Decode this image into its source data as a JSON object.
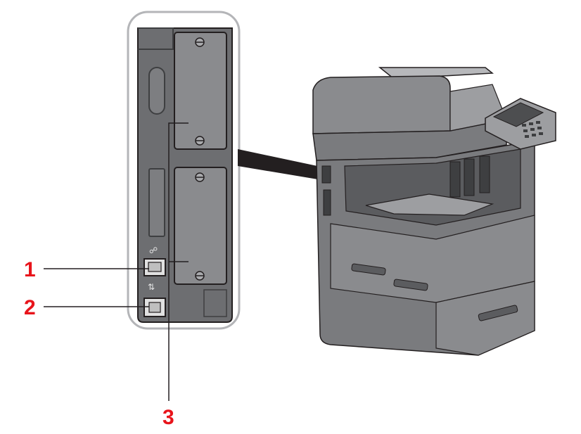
{
  "callouts": [
    {
      "number": "1"
    },
    {
      "number": "2"
    },
    {
      "number": "3"
    }
  ],
  "colors": {
    "callout": "#e8141b",
    "panel_fill": "#6d6e71",
    "panel_dark": "#4d4e50",
    "panel_light": "#8a8b8e",
    "outline": "#231f20",
    "printer_body": "#7a7b7e",
    "printer_dark": "#5b5c5f",
    "printer_light": "#9d9ea1",
    "bezel": "#d9d9d9"
  }
}
